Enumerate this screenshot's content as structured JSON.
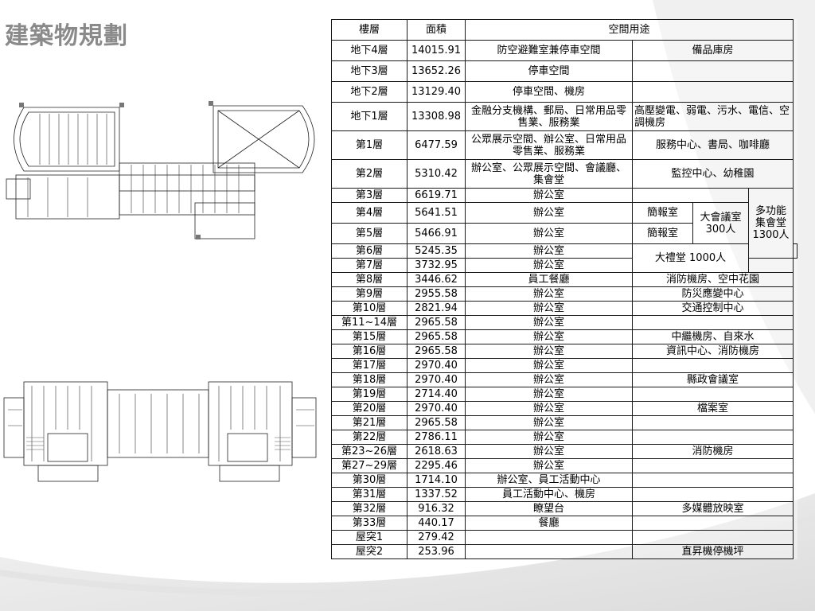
{
  "title": "建築物規劃",
  "table": {
    "headers": [
      "樓層",
      "面積",
      "空間用途"
    ],
    "rows": [
      {
        "floor": "地下4層",
        "area": "14015.91",
        "use1": "防空避難室兼停車空間",
        "use2": "備品庫房"
      },
      {
        "floor": "地下3層",
        "area": "13652.26",
        "use1": "停車空間",
        "use2": ""
      },
      {
        "floor": "地下2層",
        "area": "13129.40",
        "use1": "停車空間、機房",
        "use2": ""
      },
      {
        "floor": "地下1層",
        "area": "13308.98",
        "use1": "金融分支機構、郵局、日常用品零售業、服務業",
        "use2": "高壓變電、弱電、污水、電信、空調機房"
      },
      {
        "floor": "第1層",
        "area": "6477.59",
        "use1": "公眾展示空間、辦公室、日常用品零售業、服務業",
        "use2": "服務中心、書局、咖啡廳"
      },
      {
        "floor": "第2層",
        "area": "5310.42",
        "use1": "辦公室、公眾展示空間、會議廳、集會堂",
        "use2": "監控中心、幼稚園"
      },
      {
        "floor": "第3層",
        "area": "6619.71",
        "use1": "辦公室",
        "use2": ""
      },
      {
        "floor": "第4層",
        "area": "5641.51",
        "use1": "辦公室",
        "use2": "簡報室"
      },
      {
        "floor": "第5層",
        "area": "5466.91",
        "use1": "辦公室",
        "use2": "簡報室"
      },
      {
        "floor": "第6層",
        "area": "5245.35",
        "use1": "辦公室",
        "use2": ""
      },
      {
        "floor": "第7層",
        "area": "3732.95",
        "use1": "辦公室",
        "use2": ""
      },
      {
        "floor": "第8層",
        "area": "3446.62",
        "use1": "員工餐廳",
        "use2": "消防機房、空中花園"
      },
      {
        "floor": "第9層",
        "area": "2955.58",
        "use1": "辦公室",
        "use2": "防災應變中心"
      },
      {
        "floor": "第10層",
        "area": "2821.94",
        "use1": "辦公室",
        "use2": "交通控制中心"
      },
      {
        "floor": "第11~14層",
        "area": "2965.58",
        "use1": "辦公室",
        "use2": ""
      },
      {
        "floor": "第15層",
        "area": "2965.58",
        "use1": "辦公室",
        "use2": "中繼機房、自來水"
      },
      {
        "floor": "第16層",
        "area": "2965.58",
        "use1": "辦公室",
        "use2": "資訊中心、消防機房"
      },
      {
        "floor": "第17層",
        "area": "2970.40",
        "use1": "辦公室",
        "use2": ""
      },
      {
        "floor": "第18層",
        "area": "2970.40",
        "use1": "辦公室",
        "use2": "縣政會議室"
      },
      {
        "floor": "第19層",
        "area": "2714.40",
        "use1": "辦公室",
        "use2": ""
      },
      {
        "floor": "第20層",
        "area": "2970.40",
        "use1": "辦公室",
        "use2": "檔案室"
      },
      {
        "floor": "第21層",
        "area": "2965.58",
        "use1": "辦公室",
        "use2": ""
      },
      {
        "floor": "第22層",
        "area": "2786.11",
        "use1": "辦公室",
        "use2": ""
      },
      {
        "floor": "第23~26層",
        "area": "2618.63",
        "use1": "辦公室",
        "use2": "消防機房"
      },
      {
        "floor": "第27~29層",
        "area": "2295.46",
        "use1": "辦公室",
        "use2": ""
      },
      {
        "floor": "第30層",
        "area": "1714.10",
        "use1": "辦公室、員工活動中心",
        "use2": ""
      },
      {
        "floor": "第31層",
        "area": "1337.52",
        "use1": "員工活動中心、機房",
        "use2": ""
      },
      {
        "floor": "第32層",
        "area": "916.32",
        "use1": "瞭望台",
        "use2": "多媒體放映室"
      },
      {
        "floor": "第33層",
        "area": "440.17",
        "use1": "餐廳",
        "use2": ""
      },
      {
        "floor": "屋突1",
        "area": "279.42",
        "use1": "",
        "use2": ""
      },
      {
        "floor": "屋突2",
        "area": "253.96",
        "use1": "",
        "use2": "直昇機停機坪"
      }
    ],
    "merged": {
      "conference_room": "大會議室300人",
      "assembly_hall": "多功能集會堂1300人",
      "auditorium": "大禮堂 1000人"
    }
  },
  "colors": {
    "title": "#8a8a8a",
    "grid": "#1a1a1a",
    "swoosh": "#e6e6e6"
  }
}
